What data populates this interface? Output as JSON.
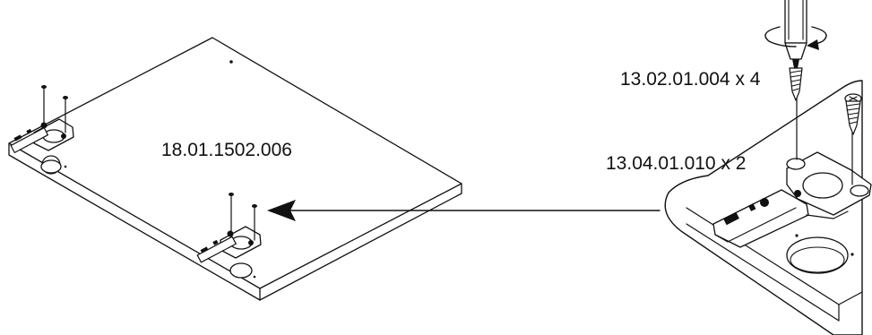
{
  "labels": {
    "panel_code": "18.01.1502.006",
    "screw_spec": "13.02.01.004 x 4",
    "hinge_spec": "13.04.01.010 x 2"
  },
  "icons": [
    "screwdriver-icon",
    "rotation-arrow-icon",
    "screw-icon",
    "hinge-icon",
    "arrow-icon"
  ],
  "colors": {
    "line": "#111111",
    "background": "#ffffff"
  }
}
